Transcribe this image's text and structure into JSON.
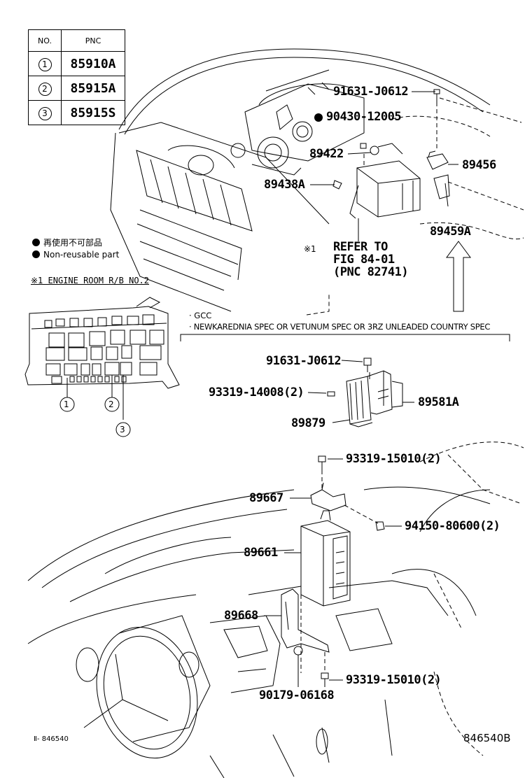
{
  "table": {
    "header_no": "NO.",
    "header_pnc": "PNC",
    "rows": [
      {
        "no": "1",
        "pnc": "85910A"
      },
      {
        "no": "2",
        "pnc": "85915A"
      },
      {
        "no": "3",
        "pnc": "85915S"
      }
    ]
  },
  "legend": {
    "item1": "再使用不可部品",
    "item2": "Non-reusable part"
  },
  "note": {
    "mark": "※1",
    "engine_room": "※1 ENGINE ROOM R/B NO.2"
  },
  "spec": {
    "line1": "· GCC",
    "line2": "· NEWKAREDNIA SPEC OR VETUNUM SPEC OR 3RZ UNLEADED COUNTRY SPEC"
  },
  "callouts": {
    "c_1": "1",
    "c_2": "2",
    "c_3": "3"
  },
  "parts": {
    "p91631a": "91631-J0612",
    "p90430": "90430-12005",
    "p89422": "89422",
    "p89456": "89456",
    "p89438a": "89438A",
    "p89459a": "89459A",
    "refer1": "REFER TO",
    "refer2": "FIG 84-01",
    "refer3": "(PNC 82741)",
    "p91631b": "91631-J0612",
    "p93319a": "93319-14008(2)",
    "p89581a": "89581A",
    "p89879": "89879",
    "p93319b": "93319-15010(2)",
    "p89667": "89667",
    "p94150": "94150-80600(2)",
    "p89661": "89661",
    "p89668": "89668",
    "p93319c": "93319-15010(2)",
    "p90179": "90179-06168"
  },
  "footer": {
    "left": "Ⅱ- 846540",
    "right": "846540B"
  }
}
